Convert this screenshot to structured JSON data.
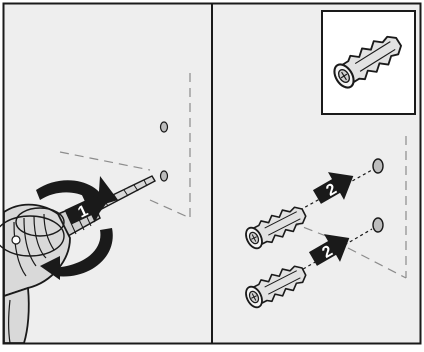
{
  "steps": {
    "drill_step": {
      "number": "1"
    },
    "anchor_steps": [
      {
        "number": "2"
      },
      {
        "number": "2"
      }
    ]
  },
  "colors": {
    "panel_fill": "#eeeeee",
    "frame_stroke": "#1a1a1a",
    "inset_fill": "#ffffff",
    "drill_body": "#d9d9d9",
    "dashed_guides": "#8c8c8c",
    "step_arrow": "#1a1a1a"
  },
  "icons": {
    "drill": "power-drill-icon",
    "rotation": "rotation-arrow-icon",
    "anchor": "wall-plug-anchor-icon",
    "hole": "drill-hole-icon"
  }
}
